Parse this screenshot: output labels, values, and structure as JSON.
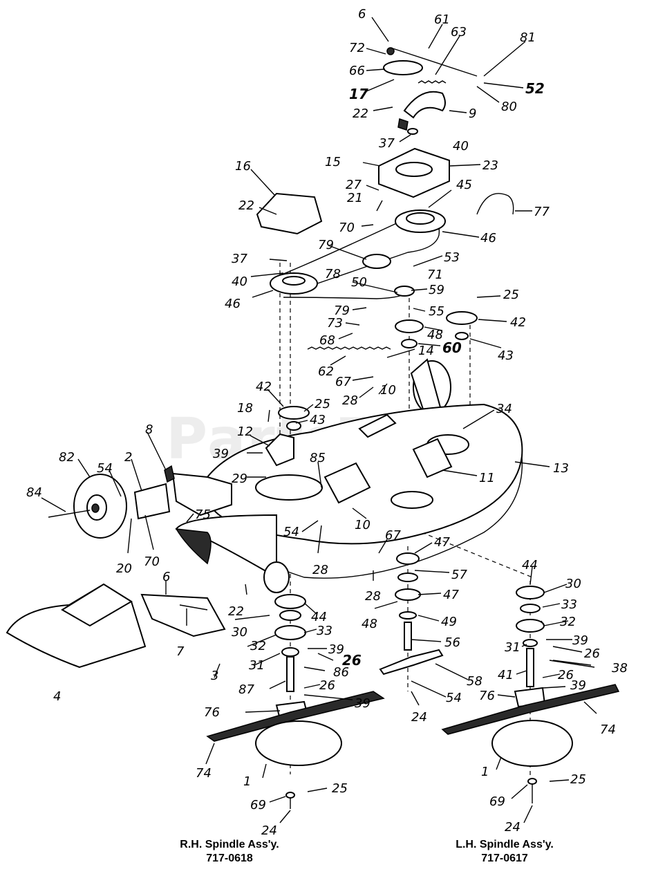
{
  "watermark": "PartsTree",
  "captions": {
    "rh": {
      "title": "R.H. Spindle Ass'y.",
      "part_no": "717-0618"
    },
    "lh": {
      "title": "L.H. Spindle Ass'y.",
      "part_no": "717-0617"
    }
  },
  "callouts": [
    {
      "id": "c1",
      "text": "6"
    },
    {
      "id": "c2",
      "text": "61"
    },
    {
      "id": "c3",
      "text": "63"
    },
    {
      "id": "c4",
      "text": "81"
    },
    {
      "id": "c5",
      "text": "72"
    },
    {
      "id": "c6",
      "text": "66"
    },
    {
      "id": "c7",
      "text": "17"
    },
    {
      "id": "c8",
      "text": "52"
    },
    {
      "id": "c9",
      "text": "22"
    },
    {
      "id": "c10",
      "text": "9"
    },
    {
      "id": "c11",
      "text": "80"
    },
    {
      "id": "c12",
      "text": "37"
    },
    {
      "id": "c13",
      "text": "40"
    },
    {
      "id": "c14",
      "text": "15"
    },
    {
      "id": "c15",
      "text": "23"
    },
    {
      "id": "c16",
      "text": "16"
    },
    {
      "id": "c17",
      "text": "27"
    },
    {
      "id": "c18",
      "text": "45"
    },
    {
      "id": "c19",
      "text": "21"
    },
    {
      "id": "c20",
      "text": "22"
    },
    {
      "id": "c21",
      "text": "77"
    },
    {
      "id": "c22",
      "text": "70"
    },
    {
      "id": "c23",
      "text": "46"
    },
    {
      "id": "c24",
      "text": "79"
    },
    {
      "id": "c25",
      "text": "53"
    },
    {
      "id": "c26",
      "text": "37"
    },
    {
      "id": "c27",
      "text": "71"
    },
    {
      "id": "c28",
      "text": "78"
    },
    {
      "id": "c29",
      "text": "50"
    },
    {
      "id": "c30",
      "text": "40"
    },
    {
      "id": "c31",
      "text": "59"
    },
    {
      "id": "c32",
      "text": "25"
    },
    {
      "id": "c33",
      "text": "46"
    },
    {
      "id": "c34",
      "text": "55"
    },
    {
      "id": "c35",
      "text": "79"
    },
    {
      "id": "c36",
      "text": "42"
    },
    {
      "id": "c37",
      "text": "73"
    },
    {
      "id": "c38",
      "text": "48"
    },
    {
      "id": "c39",
      "text": "68"
    },
    {
      "id": "c40",
      "text": "60"
    },
    {
      "id": "c41",
      "text": "43"
    },
    {
      "id": "c42",
      "text": "14"
    },
    {
      "id": "c43",
      "text": "62"
    },
    {
      "id": "c44",
      "text": "67"
    },
    {
      "id": "c45",
      "text": "10"
    },
    {
      "id": "c46",
      "text": "28"
    },
    {
      "id": "c47",
      "text": "42"
    },
    {
      "id": "c48",
      "text": "25"
    },
    {
      "id": "c49",
      "text": "34"
    },
    {
      "id": "c50",
      "text": "18"
    },
    {
      "id": "c51",
      "text": "43"
    },
    {
      "id": "c52",
      "text": "8"
    },
    {
      "id": "c53",
      "text": "12"
    },
    {
      "id": "c54",
      "text": "39"
    },
    {
      "id": "c55",
      "text": "85"
    },
    {
      "id": "c56",
      "text": "13"
    },
    {
      "id": "c57",
      "text": "82"
    },
    {
      "id": "c58",
      "text": "54"
    },
    {
      "id": "c59",
      "text": "2"
    },
    {
      "id": "c60",
      "text": "29"
    },
    {
      "id": "c61",
      "text": "11"
    },
    {
      "id": "c62",
      "text": "84"
    },
    {
      "id": "c63",
      "text": "75"
    },
    {
      "id": "c64",
      "text": "10"
    },
    {
      "id": "c65",
      "text": "54"
    },
    {
      "id": "c66",
      "text": "67"
    },
    {
      "id": "c67",
      "text": "47"
    },
    {
      "id": "c68",
      "text": "20"
    },
    {
      "id": "c69",
      "text": "70"
    },
    {
      "id": "c70",
      "text": "28"
    },
    {
      "id": "c71",
      "text": "57"
    },
    {
      "id": "c72",
      "text": "44"
    },
    {
      "id": "c73",
      "text": "30"
    },
    {
      "id": "c74",
      "text": "6"
    },
    {
      "id": "c75",
      "text": "28"
    },
    {
      "id": "c76",
      "text": "47"
    },
    {
      "id": "c77",
      "text": "22"
    },
    {
      "id": "c78",
      "text": "33"
    },
    {
      "id": "c79",
      "text": "48"
    },
    {
      "id": "c80",
      "text": "49"
    },
    {
      "id": "c81",
      "text": "32"
    },
    {
      "id": "c82",
      "text": "44"
    },
    {
      "id": "c83",
      "text": "30"
    },
    {
      "id": "c84",
      "text": "33"
    },
    {
      "id": "c85",
      "text": "56"
    },
    {
      "id": "c86",
      "text": "7"
    },
    {
      "id": "c87",
      "text": "32"
    },
    {
      "id": "c88",
      "text": "39"
    },
    {
      "id": "c89",
      "text": "26"
    },
    {
      "id": "c90",
      "text": "39"
    },
    {
      "id": "c91",
      "text": "31"
    },
    {
      "id": "c92",
      "text": "26"
    },
    {
      "id": "c93",
      "text": "3"
    },
    {
      "id": "c94",
      "text": "86"
    },
    {
      "id": "c95",
      "text": "31"
    },
    {
      "id": "c96",
      "text": "38"
    },
    {
      "id": "c97",
      "text": "58"
    },
    {
      "id": "c98",
      "text": "41"
    },
    {
      "id": "c99",
      "text": "26"
    },
    {
      "id": "c100",
      "text": "4"
    },
    {
      "id": "c101",
      "text": "87"
    },
    {
      "id": "c102",
      "text": "26"
    },
    {
      "id": "c103",
      "text": "39"
    },
    {
      "id": "c104",
      "text": "54"
    },
    {
      "id": "c105",
      "text": "76"
    },
    {
      "id": "c106",
      "text": "39"
    },
    {
      "id": "c107",
      "text": "24"
    },
    {
      "id": "c108",
      "text": "76"
    },
    {
      "id": "c109",
      "text": "74"
    },
    {
      "id": "c110",
      "text": "74"
    },
    {
      "id": "c111",
      "text": "1"
    },
    {
      "id": "c112",
      "text": "1"
    },
    {
      "id": "c113",
      "text": "25"
    },
    {
      "id": "c114",
      "text": "25"
    },
    {
      "id": "c115",
      "text": "69"
    },
    {
      "id": "c116",
      "text": "69"
    },
    {
      "id": "c117",
      "text": "24"
    },
    {
      "id": "c118",
      "text": "24"
    }
  ]
}
